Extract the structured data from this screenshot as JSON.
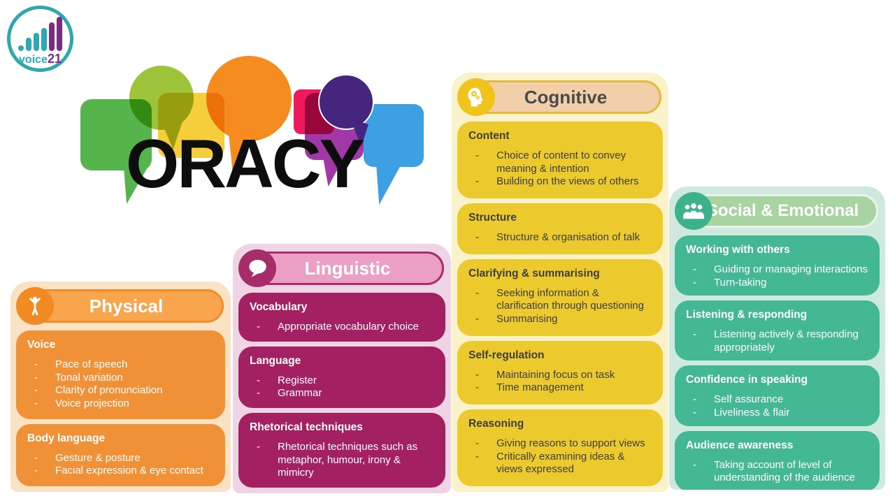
{
  "logo": {
    "brand": "voice 21",
    "word": "voice",
    "number": "21",
    "teal": "#2ea7b0",
    "purple": "#7c2b81"
  },
  "title": "ORACY",
  "decor": {
    "bubbles": [
      {
        "name": "green-square-bubble",
        "color": "#55b54c"
      },
      {
        "name": "lime-circle-bubble",
        "color": "#9dc33b"
      },
      {
        "name": "yellow-square-bubble",
        "color": "#f6cd3b"
      },
      {
        "name": "orange-circle-bubble",
        "color": "#f68b1f"
      },
      {
        "name": "pink-square-bubble",
        "color": "#ee1a5c"
      },
      {
        "name": "purple-square-bubble",
        "color": "#a238a8"
      },
      {
        "name": "dark-purple-circle-bubble",
        "color": "#46257f"
      },
      {
        "name": "blue-square-bubble",
        "color": "#3da0e2"
      }
    ]
  },
  "columns": [
    {
      "id": "physical",
      "title": "Physical",
      "icon": "person-arms-raised-icon",
      "colors": {
        "bg": "#fbe2c5",
        "pill": "#f8a54e",
        "pill_border": "#ef8d2e",
        "icon_bg": "#f18a23",
        "title_color": "#ffffff",
        "card": "#f09138",
        "text": "#ffffff"
      },
      "cards": [
        {
          "heading": "Voice",
          "items": [
            "Pace of speech",
            "Tonal variation",
            "Clarity of pronunciation",
            "Voice projection"
          ]
        },
        {
          "heading": "Body language",
          "items": [
            "Gesture & posture",
            "Facial expression & eye contact"
          ]
        }
      ]
    },
    {
      "id": "linguistic",
      "title": "Linguistic",
      "icon": "speech-bubble-icon",
      "colors": {
        "bg": "#eed4e4",
        "pill": "#ec9fc5",
        "pill_border": "#a62d69",
        "icon_bg": "#a62d69",
        "title_color": "#ffffff",
        "card": "#a32163",
        "text": "#ffffff"
      },
      "cards": [
        {
          "heading": "Vocabulary",
          "items": [
            "Appropriate vocabulary choice"
          ]
        },
        {
          "heading": "Language",
          "items": [
            "Register",
            "Grammar"
          ]
        },
        {
          "heading": "Rhetorical techniques",
          "items": [
            "Rhetorical techniques such as metaphor, humour, irony & mimicry"
          ]
        }
      ]
    },
    {
      "id": "cognitive",
      "title": "Cognitive",
      "icon": "head-gears-icon",
      "colors": {
        "bg": "#faf2cb",
        "pill": "#f2cfa9",
        "pill_border": "#e2bb3b",
        "icon_bg": "#f0c41c",
        "title_color": "#4a4a4a",
        "card": "#ecca2e",
        "text": "#3e3e3e"
      },
      "cards": [
        {
          "heading": "Content",
          "items": [
            "Choice of content to convey meaning & intention",
            "Building on the views of others"
          ]
        },
        {
          "heading": "Structure",
          "items": [
            "Structure & organisation of talk"
          ]
        },
        {
          "heading": "Clarifying & summarising",
          "items": [
            "Seeking information & clarification through questioning",
            "Summarising"
          ]
        },
        {
          "heading": "Self-regulation",
          "items": [
            "Maintaining focus on task",
            "Time management"
          ]
        },
        {
          "heading": "Reasoning",
          "items": [
            "Giving reasons to support views",
            "Critically examining ideas & views expressed"
          ]
        }
      ]
    },
    {
      "id": "social",
      "title": "Social & Emotional",
      "icon": "people-group-icon",
      "colors": {
        "bg": "#d0e9df",
        "pill": "#a7d4a1",
        "pill_border": "#e8f4ec",
        "icon_bg": "#3cb28c",
        "title_color": "#ffffff",
        "card": "#44b795",
        "text": "#ffffff"
      },
      "cards": [
        {
          "heading": "Working with others",
          "items": [
            "Guiding or managing interactions",
            "Turn-taking"
          ]
        },
        {
          "heading": "Listening & responding",
          "items": [
            "Listening actively & responding appropriately"
          ]
        },
        {
          "heading": "Confidence in speaking",
          "items": [
            "Self assurance",
            "Liveliness & flair"
          ]
        },
        {
          "heading": "Audience awareness",
          "items": [
            "Taking account of level of understanding of the audience"
          ]
        }
      ]
    }
  ]
}
